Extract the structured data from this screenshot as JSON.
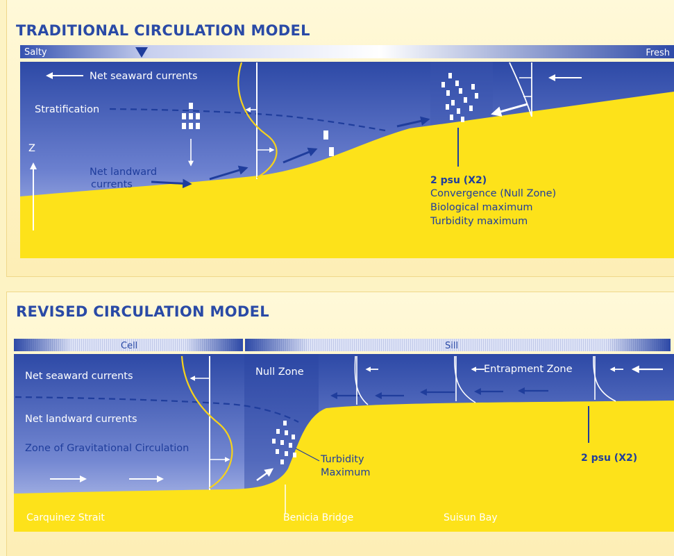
{
  "traditional": {
    "title": "TRADITIONAL CIRCULATION MODEL",
    "salinity_left": "Salty",
    "salinity_right": "Fresh",
    "net_seaward": "Net seaward currents",
    "stratification": "Stratification",
    "z_axis": "Z",
    "net_landward_1": "Net landward",
    "net_landward_2": "currents",
    "x2_label": "2 psu (X2)",
    "convergence": "Convergence (Null Zone)",
    "biological_max": "Biological maximum",
    "turbidity_max": "Turbidity maximum"
  },
  "revised": {
    "title": "REVISED CIRCULATION MODEL",
    "cell": "Cell",
    "sill": "Sill",
    "net_seaward": "Net seaward currents",
    "net_landward": "Net landward currents",
    "gravitational": "Zone of Gravitational Circulation",
    "null_zone": "Null Zone",
    "entrapment": "Entrapment Zone",
    "turbidity_1": "Turbidity",
    "turbidity_2": "Maximum",
    "x2_label": "2 psu (X2)",
    "carquinez": "Carquinez Strait",
    "benicia": "Benicia Bridge",
    "suisun": "Suisun Bay"
  },
  "colors": {
    "title_blue": "#2a4aa6",
    "water_deep": "#2a4aa8",
    "water_light": "#b8c3ec",
    "sediment_yellow": "#fde21a",
    "panel_cream": "#fff7d2"
  }
}
